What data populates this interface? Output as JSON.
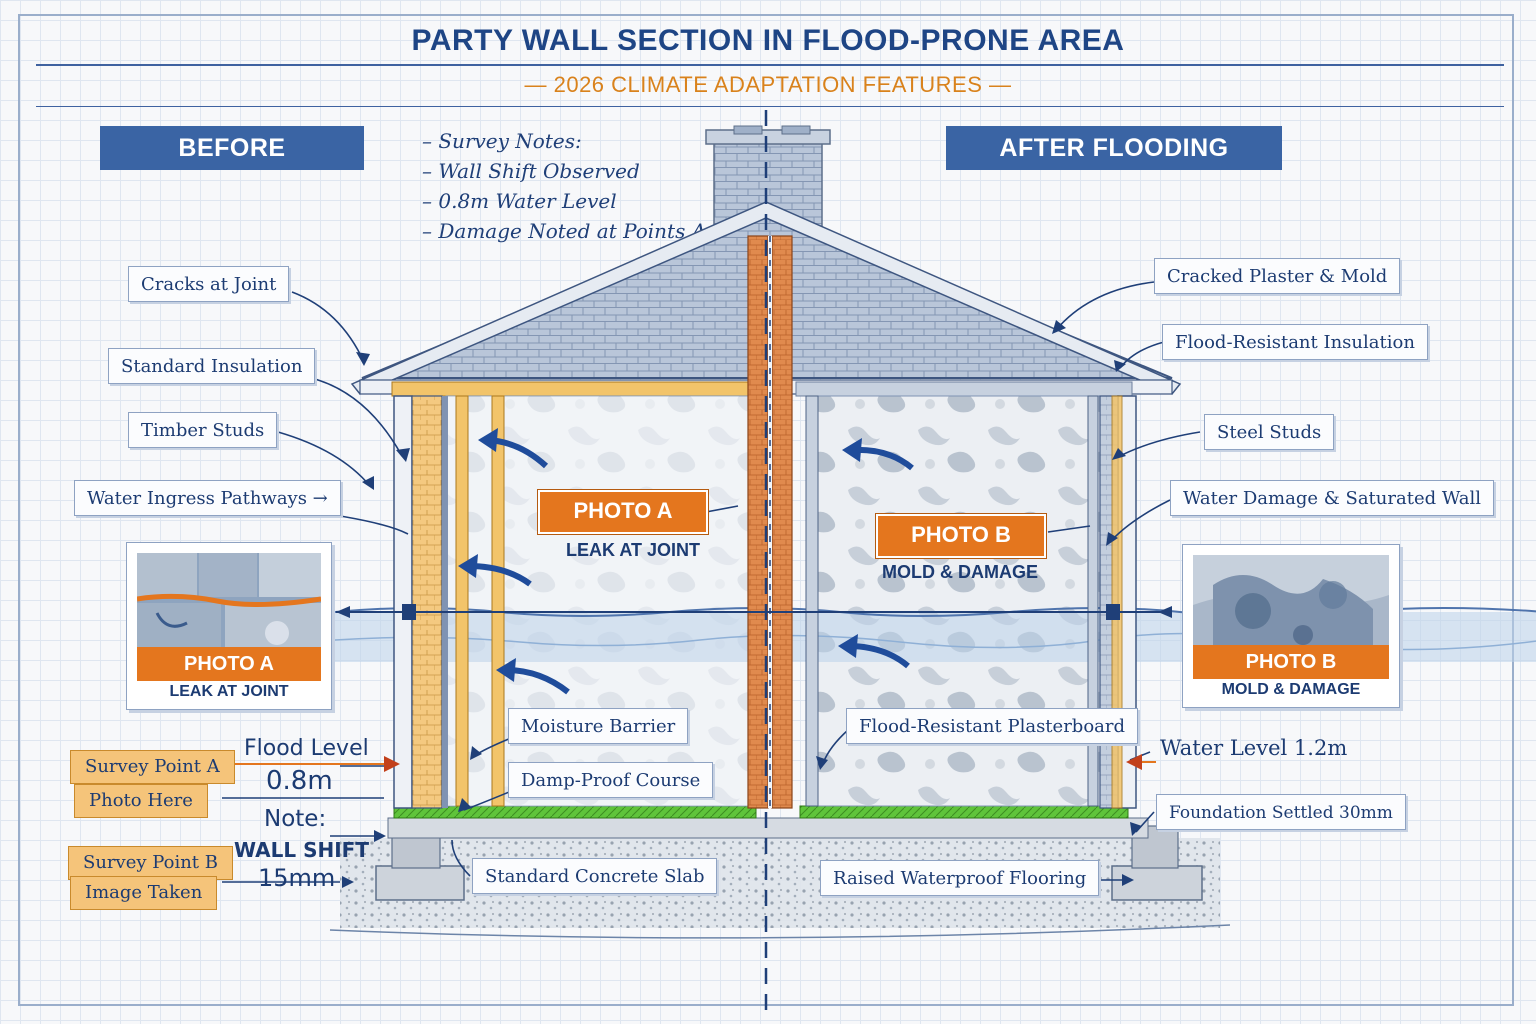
{
  "title": "PARTY WALL SECTION IN FLOOD-PRONE AREA",
  "subtitle": "— 2026 CLIMATE ADAPTATION FEATURES —",
  "panels": {
    "before": "BEFORE",
    "after": "AFTER FLOODING"
  },
  "survey_notes": [
    "– Survey Notes:",
    "– Wall Shift Observed",
    "– 0.8m Water Level",
    "– Damage Noted at Points A & B"
  ],
  "left_labels": {
    "cracks": "Cracks at Joint",
    "insulation": "Standard Insulation",
    "studs": "Timber Studs",
    "ingress": "Water Ingress Pathways →",
    "moisture": "Moisture Barrier",
    "dpc": "Damp-Proof Course",
    "slab": "Standard Concrete Slab"
  },
  "right_labels": {
    "plaster": "Cracked Plaster & Mold",
    "insulation": "Flood-Resistant Insulation",
    "studs": "Steel Studs",
    "saturated": "Water Damage & Saturated Wall",
    "plasterboard": "Flood-Resistant Plasterboard",
    "water_level": "Water Level 1.2m",
    "foundation": "Foundation Settled 30mm",
    "flooring": "Raised Waterproof Flooring"
  },
  "survey_points": {
    "a_line1": "Survey Point A",
    "a_line2": "Photo Here",
    "b_line1": "Survey Point B",
    "b_line2": "Image Taken"
  },
  "flood_level": {
    "label": "Flood Level",
    "value": "0.8m"
  },
  "wall_shift_note": {
    "note": "Note:",
    "label": "WALL SHIFT",
    "value": "15mm"
  },
  "photo_a": {
    "tag": "PHOTO A",
    "caption": "LEAK AT JOINT"
  },
  "photo_b": {
    "tag": "PHOTO B",
    "caption": "MOLD & DAMAGE"
  },
  "colors": {
    "blueprint_blue": "#1f3f78",
    "banner_blue": "#3a64a4",
    "accent_orange": "#e4761e",
    "timber": "#f2c46a",
    "brick": "#e08a4e",
    "dpc_green": "#5fc43a"
  }
}
